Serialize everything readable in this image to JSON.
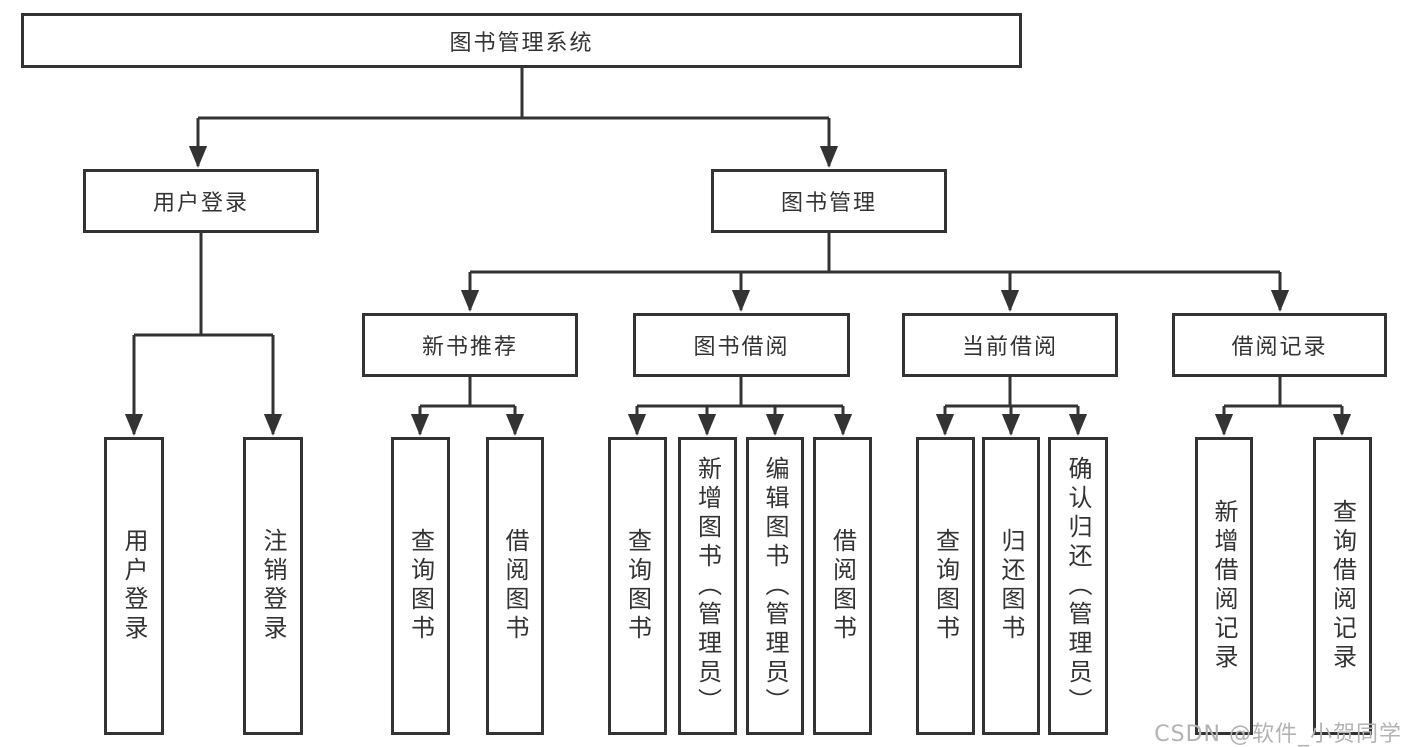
{
  "diagram_type": "hierarchy",
  "tree": {
    "label": "图书管理系统",
    "children": [
      {
        "label": "用户登录",
        "children": [
          {
            "label": "用户登录"
          },
          {
            "label": "注销登录"
          }
        ]
      },
      {
        "label": "图书管理",
        "children": [
          {
            "label": "新书推荐",
            "children": [
              {
                "label": "查询图书"
              },
              {
                "label": "借阅图书"
              }
            ]
          },
          {
            "label": "图书借阅",
            "children": [
              {
                "label": "查询图书"
              },
              {
                "label": "新增图书（管理员）"
              },
              {
                "label": "编辑图书（管理员）"
              },
              {
                "label": "借阅图书"
              }
            ]
          },
          {
            "label": "当前借阅",
            "children": [
              {
                "label": "查询图书"
              },
              {
                "label": "归还图书"
              },
              {
                "label": "确认归还（管理员）"
              }
            ]
          },
          {
            "label": "借阅记录",
            "children": [
              {
                "label": "新增借阅记录"
              },
              {
                "label": "查询借阅记录"
              }
            ]
          }
        ]
      }
    ]
  },
  "watermark": {
    "text": "CSDN @软件_小贺同学",
    "color": "#b3b3b3"
  },
  "colors": {
    "line": "#333333",
    "box_border": "#333333",
    "text": "#333333",
    "background": "#ffffff"
  }
}
